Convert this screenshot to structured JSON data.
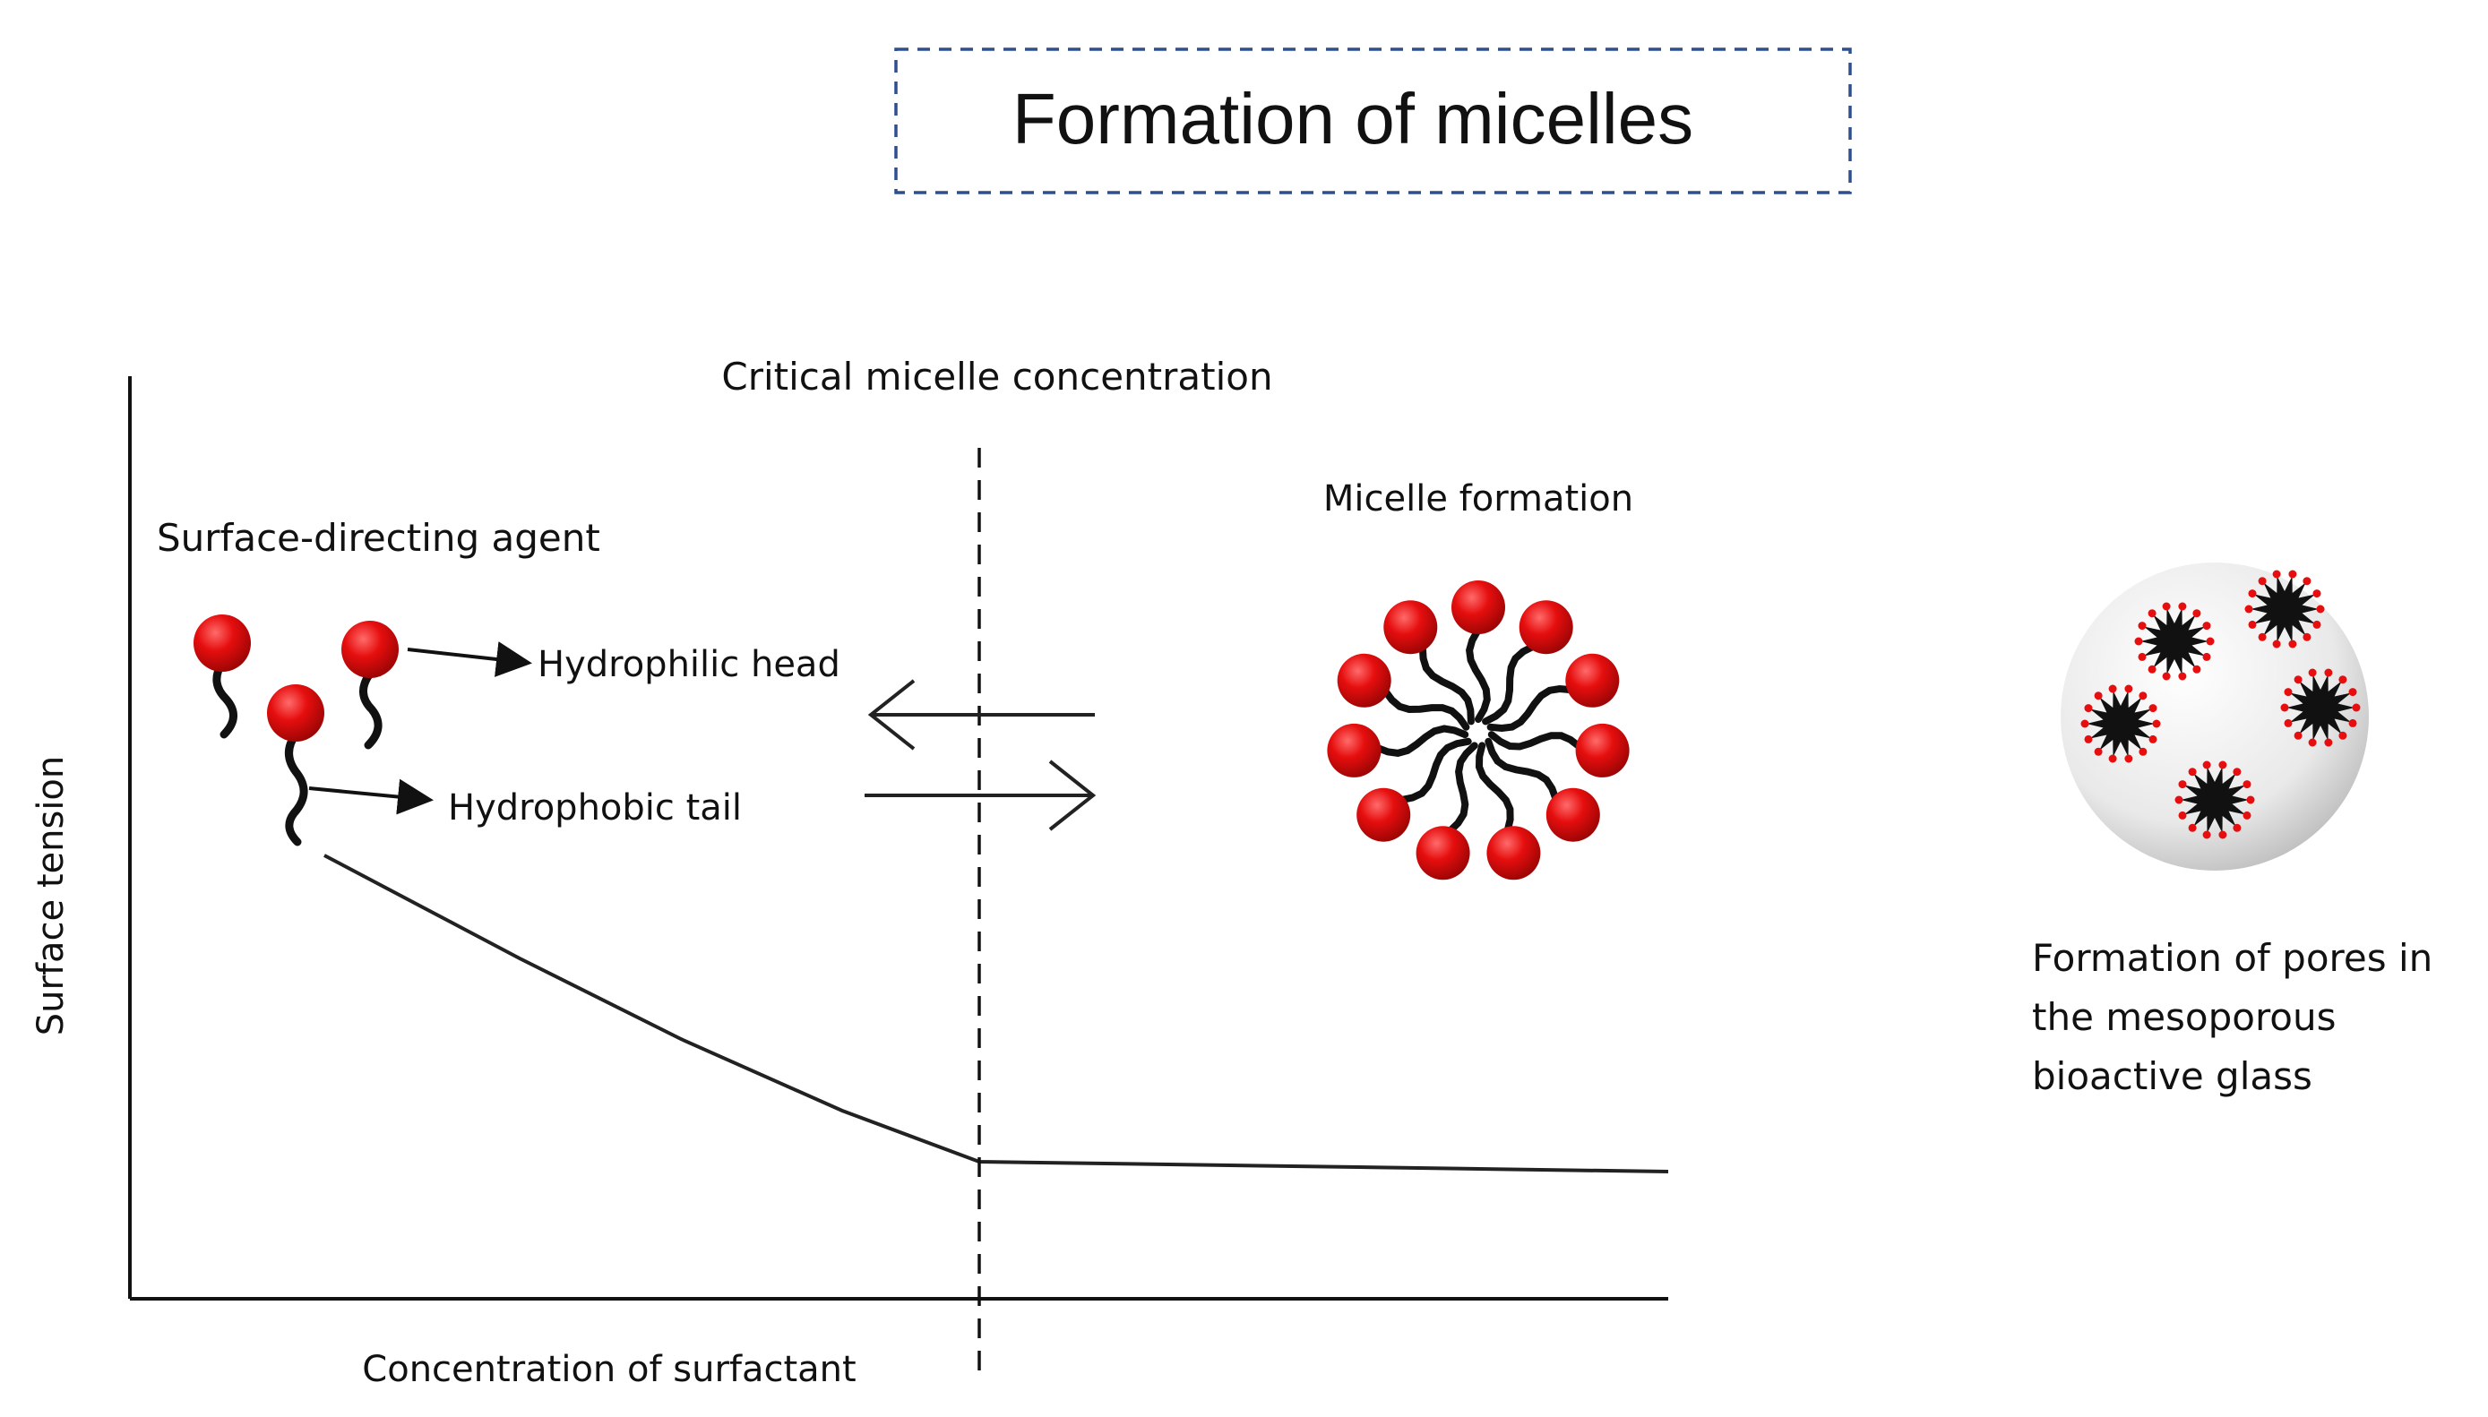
{
  "title": "Formation of micelles",
  "labels": {
    "cmc": "Critical micelle concentration",
    "micelle_formation": "Micelle formation",
    "agent": "Surface-directing agent",
    "head": "Hydrophilic head",
    "tail": "Hydrophobic tail",
    "y_axis": "Surface tension",
    "x_axis": "Concentration of surfactant"
  },
  "pores_caption": [
    "Formation of pores in",
    "the mesoporous",
    "bioactive glass"
  ],
  "colors": {
    "head": "#e60e0e",
    "tail": "#111111",
    "title_border": "#2e4f8f",
    "sphere": "#eeeeee"
  }
}
